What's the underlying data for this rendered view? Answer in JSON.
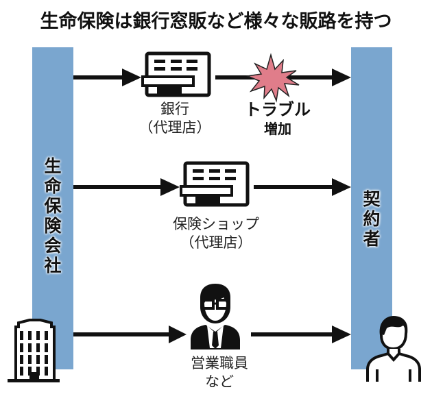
{
  "title": "生命保険は銀行窓販など様々な販路を持つ",
  "colors": {
    "bar": "#7aa6cf",
    "burst": "#e07d8a",
    "ink": "#111111"
  },
  "left_party": {
    "label": "生命保険会社",
    "icon": "office-building-icon"
  },
  "right_party": {
    "label": "契約者",
    "icon": "person-icon"
  },
  "channels": [
    {
      "name": "bank",
      "icon": "shop-counter-icon",
      "label_line1": "銀行",
      "label_line2": "（代理店）"
    },
    {
      "name": "insurance-shop",
      "icon": "shop-counter-icon",
      "label_line1": "保険ショップ",
      "label_line2": "（代理店）"
    },
    {
      "name": "sales-staff",
      "icon": "businessman-icon",
      "label_line1": "営業職員",
      "label_line2": "など"
    }
  ],
  "annotation": {
    "icon": "explosion-burst-icon",
    "line1": "トラブル",
    "line2": "増加"
  }
}
